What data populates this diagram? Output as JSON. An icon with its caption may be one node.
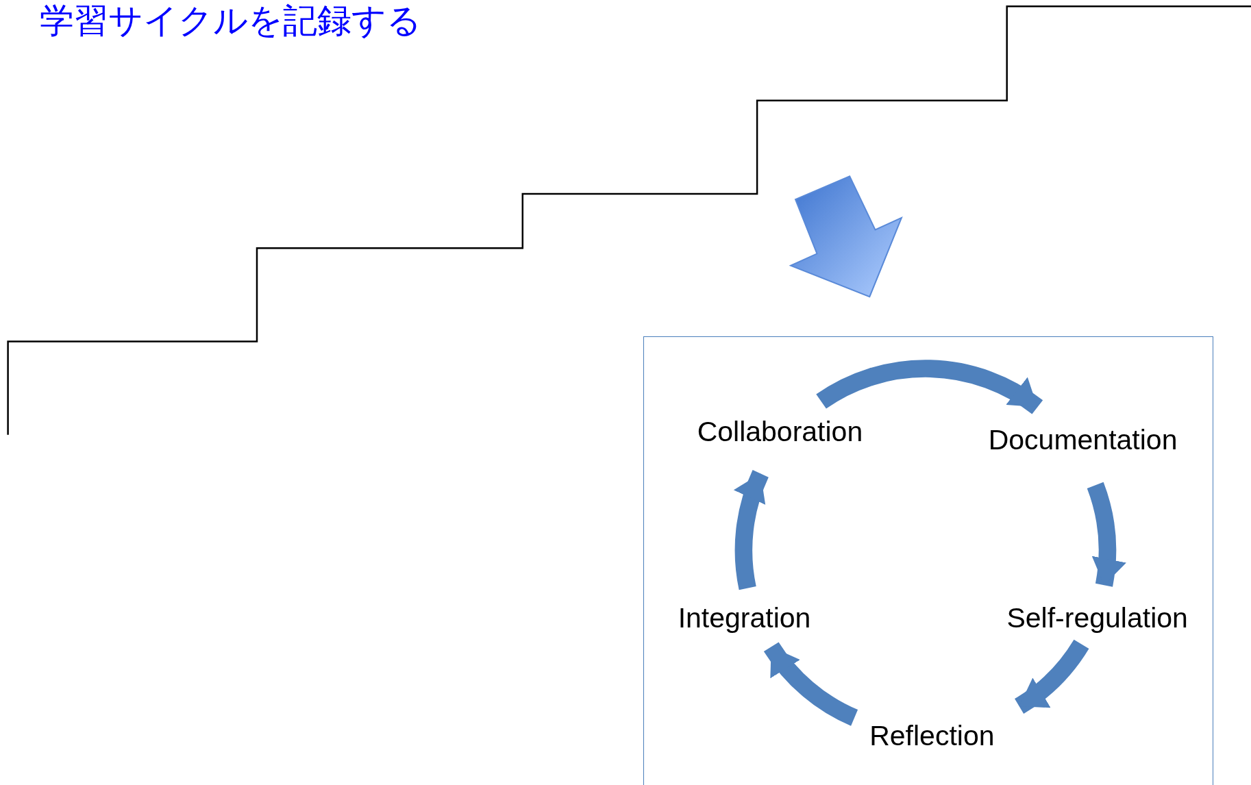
{
  "diagram": {
    "title": "学習サイクルを記録する",
    "nodes": [
      {
        "text": [],
        "shape": "box"
      },
      {
        "text": [
          "Collaboration"
        ],
        "in": 0
      },
      {
        "text": [
          "Documentation"
        ],
        "in": 0
      },
      {
        "text": [
          "Integration"
        ],
        "in": 0
      },
      {
        "text": [
          "Self-regulation"
        ],
        "in": 0
      },
      {
        "text": [
          "Reflection"
        ],
        "in": 0
      }
    ],
    "edges": [
      {
        "from": 1,
        "to": 2,
        "arrow": "to"
      },
      {
        "from": 2,
        "to": 4,
        "arrow": "to"
      },
      {
        "from": 4,
        "to": 5,
        "arrow": "to"
      },
      {
        "from": 5,
        "to": 3,
        "arrow": "to"
      },
      {
        "from": 3,
        "to": 1,
        "arrow": "to"
      }
    ]
  }
}
